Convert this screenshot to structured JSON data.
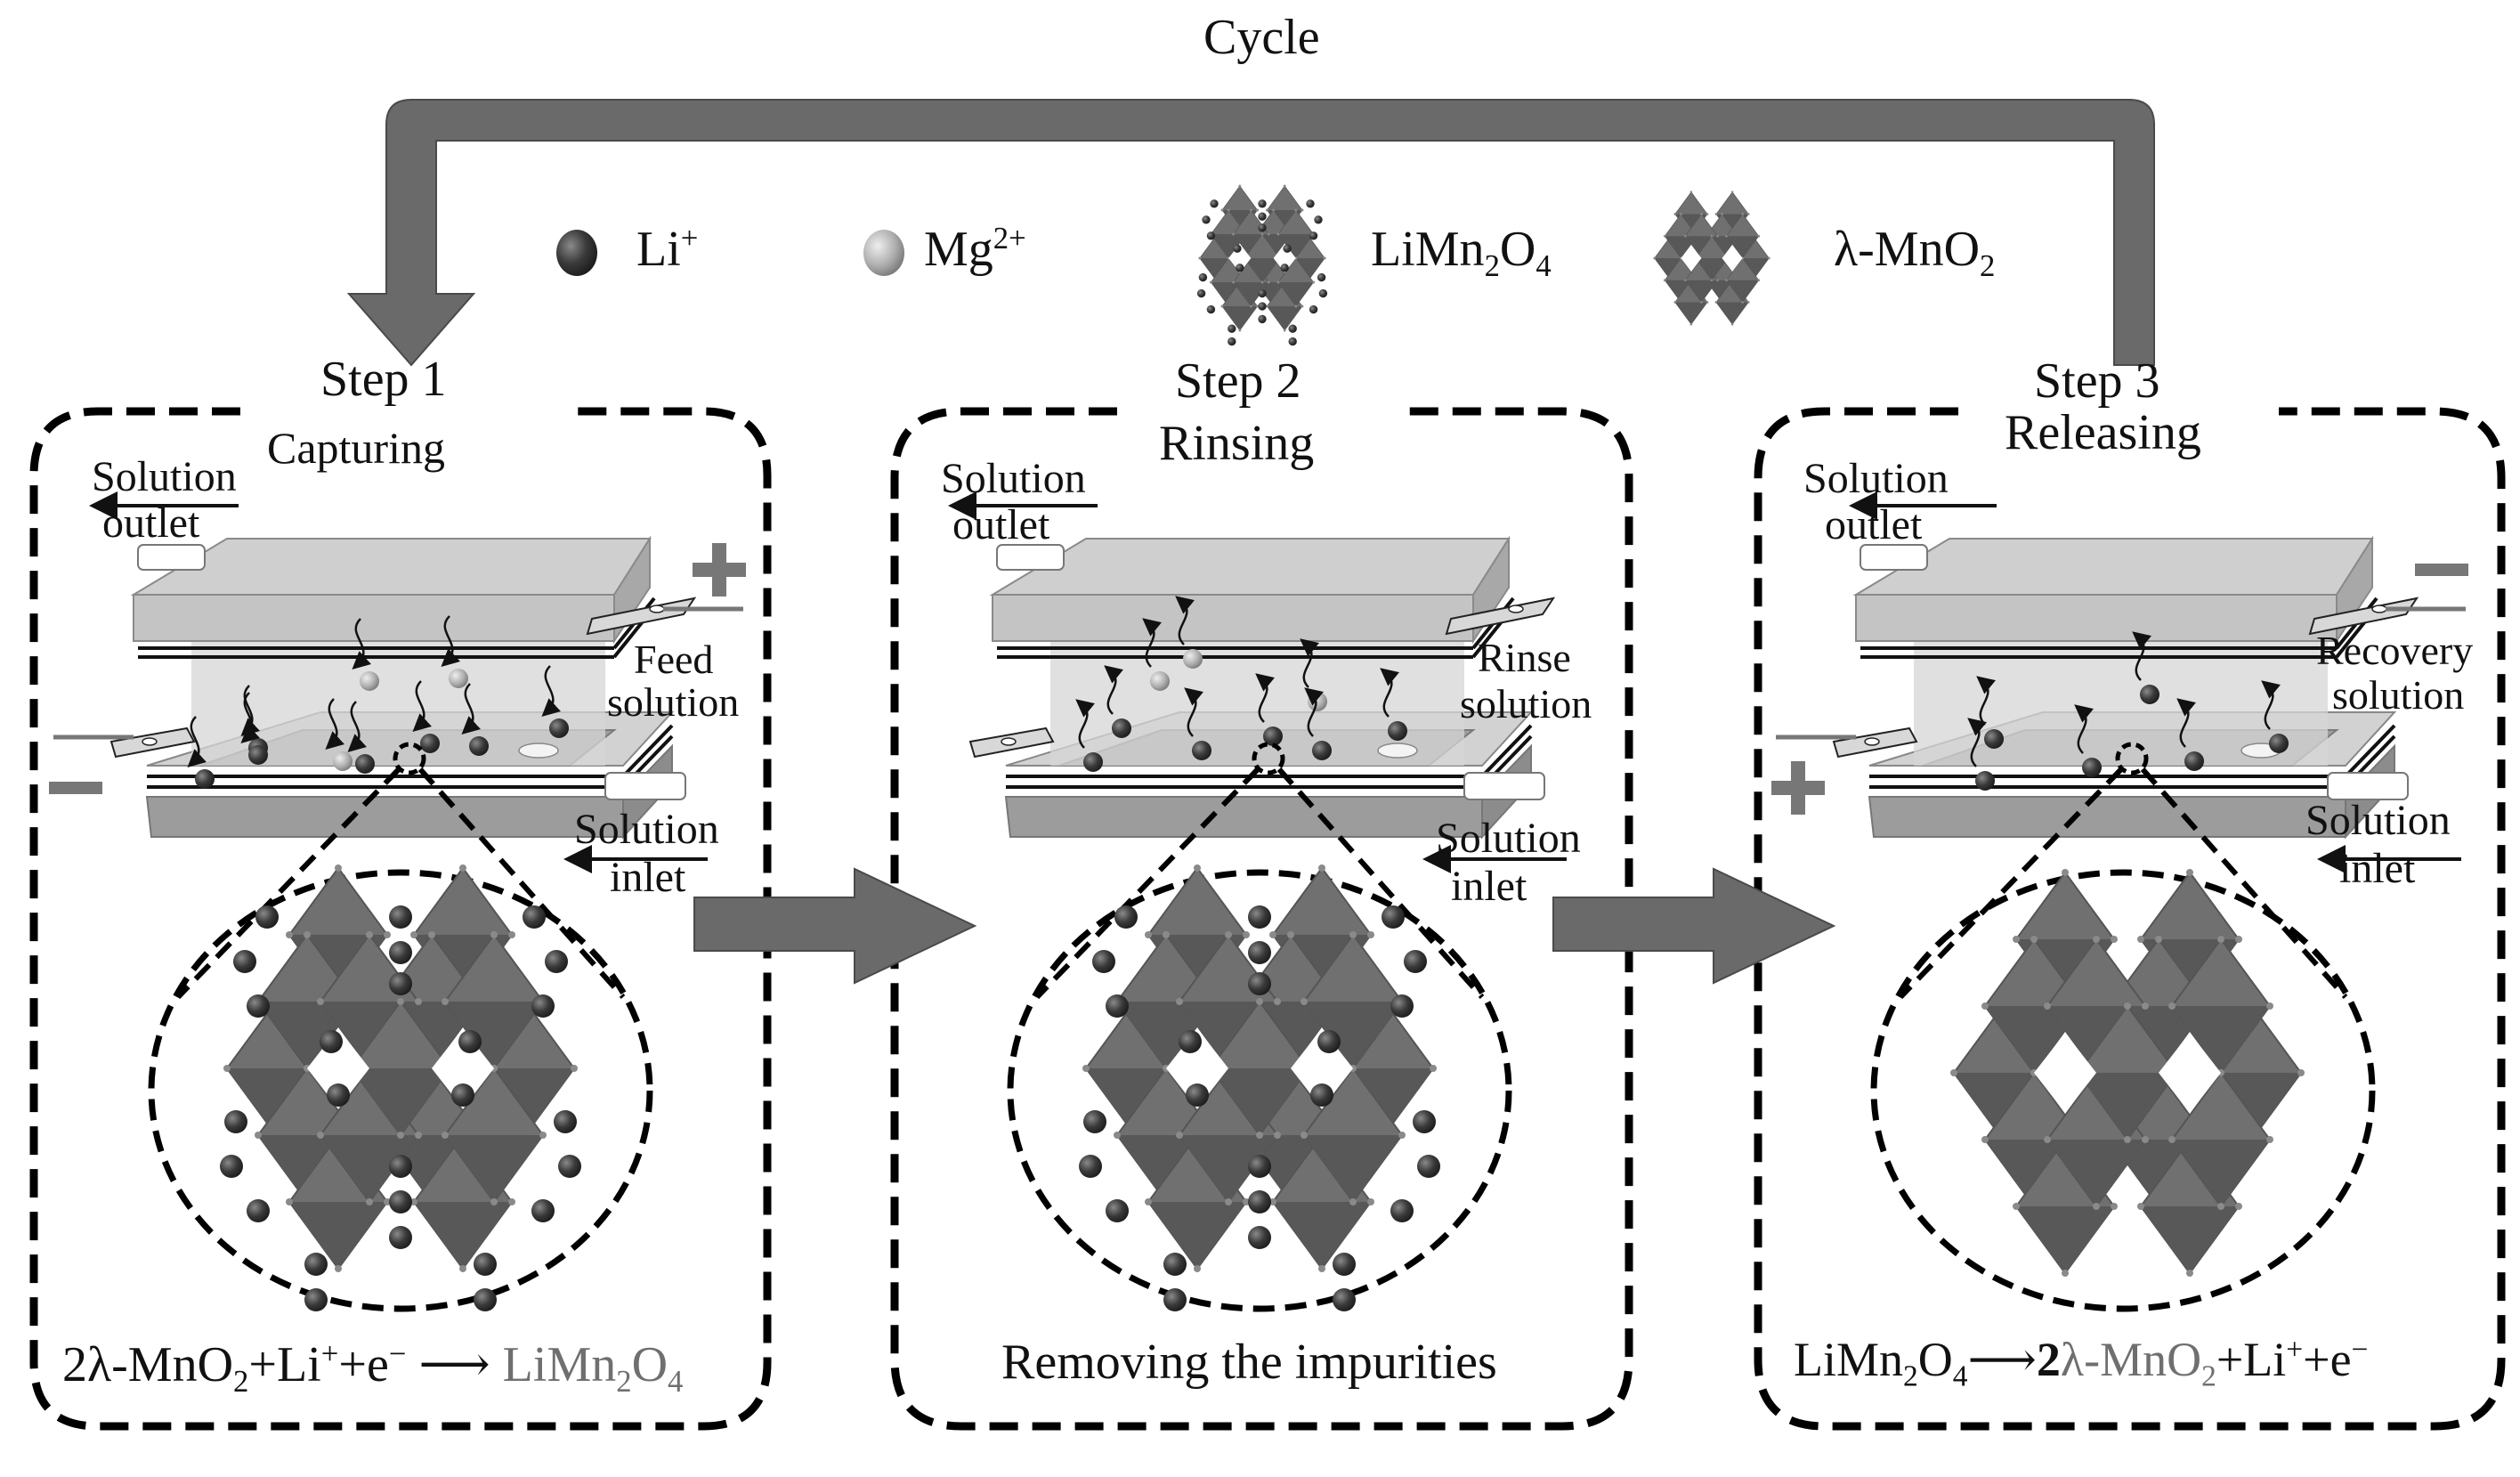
{
  "cycle": {
    "label": "Cycle"
  },
  "legend": [
    {
      "icon": "li-ion-sphere-icon",
      "label": "Li",
      "sup": "+"
    },
    {
      "icon": "mg-ion-sphere-icon",
      "label": "Mg",
      "sup": "2+"
    },
    {
      "icon": "limn2o4-crystal-icon",
      "label_parts": [
        "LiMn",
        "2",
        "O",
        "4"
      ]
    },
    {
      "icon": "lambda-mno2-crystal-icon",
      "label_parts": [
        "λ-MnO",
        "2"
      ]
    }
  ],
  "steps": [
    {
      "title": "Step 1",
      "subtitle": "Capturing",
      "outlet_label": [
        "Solution",
        "outlet"
      ],
      "inlet_label": [
        "Solution",
        "inlet"
      ],
      "solution_label": [
        "Feed",
        "solution"
      ],
      "top_electrode_sign": "+",
      "bottom_electrode_sign": "−",
      "crystal": "LiMn2O4",
      "equation": {
        "left": [
          "2λ-MnO",
          "2",
          "+Li",
          "+",
          "+e",
          "−"
        ],
        "arrow": "⟶",
        "right_parts": [
          "LiMn",
          "2",
          "O",
          "4"
        ]
      }
    },
    {
      "title": "Step 2",
      "subtitle": "Rinsing",
      "outlet_label": [
        "Solution",
        "outlet"
      ],
      "inlet_label": [
        "Solution",
        "inlet"
      ],
      "solution_label": [
        "Rinse",
        "solution"
      ],
      "crystal": "LiMn2O4",
      "caption": "Removing the impurities"
    },
    {
      "title": "Step 3",
      "subtitle": "Releasing",
      "outlet_label": [
        "Solution",
        "outlet"
      ],
      "inlet_label": [
        "Solution",
        "inlet"
      ],
      "solution_label": [
        "Recovery",
        "solution"
      ],
      "top_electrode_sign": "−",
      "bottom_electrode_sign": "+",
      "crystal": "λ-MnO2",
      "equation": {
        "left_parts": [
          "LiMn",
          "2",
          "O",
          "4"
        ],
        "arrow": "⟶",
        "right": [
          "2",
          "λ-MnO",
          "2",
          "+Li",
          "+",
          "+e",
          "−"
        ]
      }
    }
  ],
  "colors": {
    "arrow_gray": "#6a6a6a",
    "plate_light": "#c4c4c4",
    "plate_dark": "#9c9c9c",
    "chamber": "#d6d6d6",
    "li_ion": "#3d3d3d",
    "mg_ion": "#b5b5b5",
    "octahedron": "#5f5f5f"
  }
}
